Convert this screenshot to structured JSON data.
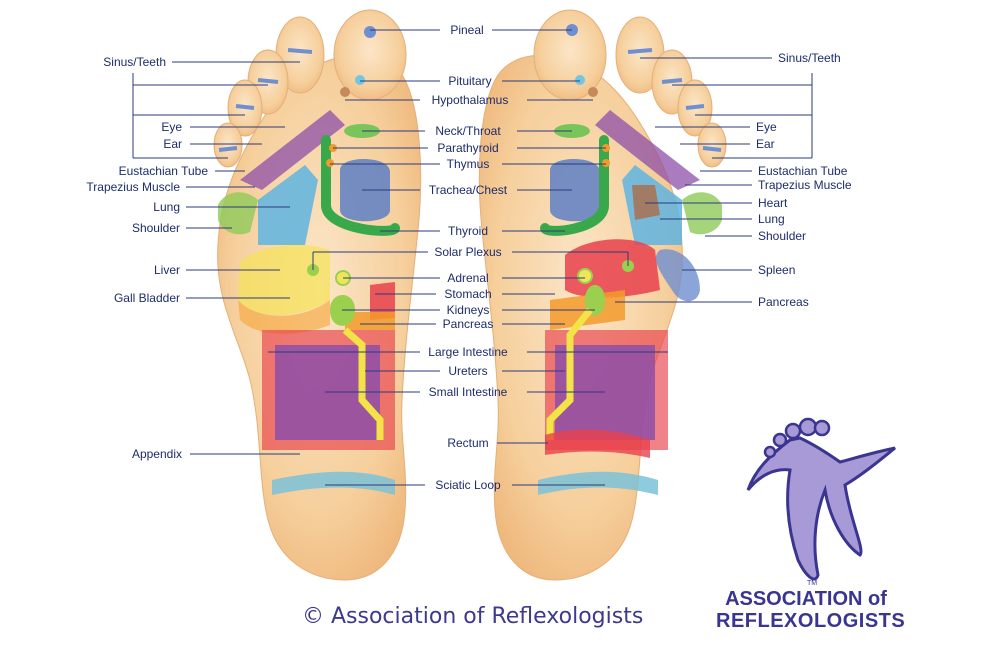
{
  "labels": {
    "center": {
      "pineal": "Pineal",
      "pituitary": "Pituitary",
      "hypothalamus": "Hypothalamus",
      "neck_throat": "Neck/Throat",
      "parathyroid": "Parathyroid",
      "thymus": "Thymus",
      "trachea_chest": "Trachea/Chest",
      "thyroid": "Thyroid",
      "solar_plexus": "Solar Plexus",
      "adrenal": "Adrenal",
      "stomach": "Stomach",
      "kidneys": "Kidneys",
      "pancreas": "Pancreas",
      "large_intestine": "Large Intestine",
      "ureters": "Ureters",
      "small_intestine": "Small Intestine",
      "rectum": "Rectum",
      "sciatic_loop": "Sciatic Loop"
    },
    "left": {
      "sinus_teeth": "Sinus/Teeth",
      "eye": "Eye",
      "ear": "Ear",
      "eustachian_tube": "Eustachian Tube",
      "trapezius_muscle": "Trapezius Muscle",
      "lung": "Lung",
      "shoulder": "Shoulder",
      "liver": "Liver",
      "gall_bladder": "Gall Bladder",
      "appendix": "Appendix"
    },
    "right": {
      "sinus_teeth": "Sinus/Teeth",
      "eye": "Eye",
      "ear": "Ear",
      "eustachian_tube": "Eustachian Tube",
      "trapezius_muscle": "Trapezius Muscle",
      "heart": "Heart",
      "lung": "Lung",
      "shoulder": "Shoulder",
      "spleen": "Spleen",
      "pancreas": "Pancreas"
    }
  },
  "copyright": "© Association of Reflexologists",
  "logo": {
    "line1": "ASSOCIATION of",
    "line2": "REFLEXOLOGISTS",
    "tm": "TM"
  },
  "colors": {
    "label_text": "#1d2c6b",
    "skin": "#f6d3a4",
    "brand": "#3a3590",
    "zone_purple": "#8e4fa8",
    "zone_red": "#e8414c",
    "zone_green": "#4cae4c",
    "zone_blue": "#5aa9d6",
    "zone_yellow": "#f3e24a",
    "zone_orange": "#f39a2c"
  }
}
